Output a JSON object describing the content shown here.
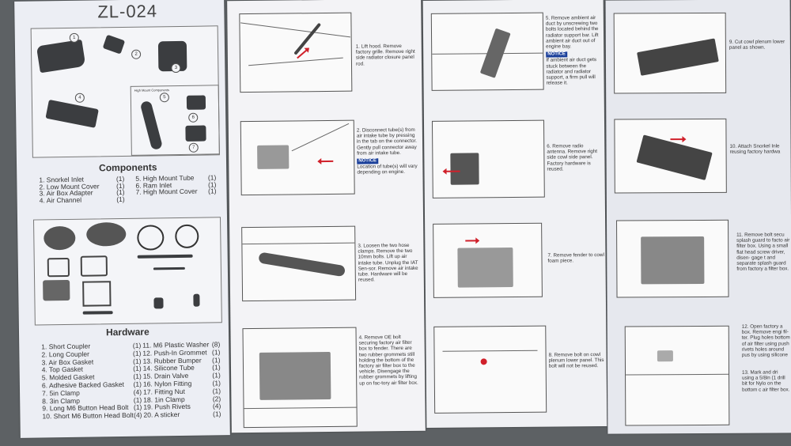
{
  "model": "ZL-024",
  "components": {
    "title": "Components",
    "high_mount_label": "High Mount Components",
    "left": [
      {
        "name": "1. Snorkel Inlet",
        "qty": "(1)"
      },
      {
        "name": "2. Low Mount Cover",
        "qty": "(1)"
      },
      {
        "name": "3. Air Box Adapter",
        "qty": "(1)"
      },
      {
        "name": "4. Air Channel",
        "qty": "(1)"
      }
    ],
    "right": [
      {
        "name": "5. High Mount Tube",
        "qty": "(1)"
      },
      {
        "name": "6. Ram Inlet",
        "qty": "(1)"
      },
      {
        "name": "7. High Mount Cover",
        "qty": "(1)"
      }
    ]
  },
  "hardware": {
    "title": "Hardware",
    "left": [
      {
        "name": "1. Short Coupler",
        "qty": "(1)"
      },
      {
        "name": "2. Long Coupler",
        "qty": "(1)"
      },
      {
        "name": "3. Air Box Gasket",
        "qty": "(1)"
      },
      {
        "name": "4. Top Gasket",
        "qty": "(1)"
      },
      {
        "name": "5. Molded Gasket",
        "qty": "(1)"
      },
      {
        "name": "6. Adhesive Backed Gasket",
        "qty": "(1)"
      },
      {
        "name": "7. 5in Clamp",
        "qty": "(4)"
      },
      {
        "name": "8. 3in Clamp",
        "qty": "(1)"
      },
      {
        "name": "9. Long M6 Button Head Bolt",
        "qty": "(1)"
      },
      {
        "name": "10. Short M6 Button Head Bolt",
        "qty": "(4)"
      }
    ],
    "right": [
      {
        "name": "11. M6 Plastic Washer",
        "qty": "(8)"
      },
      {
        "name": "12. Push-In Grommet",
        "qty": "(1)"
      },
      {
        "name": "13. Rubber Bumper",
        "qty": "(1)"
      },
      {
        "name": "14. Silicone Tube",
        "qty": "(1)"
      },
      {
        "name": "15. Drain Valve",
        "qty": "(1)"
      },
      {
        "name": "16. Nylon Fitting",
        "qty": "(1)"
      },
      {
        "name": "17. Fitting Nut",
        "qty": "(1)"
      },
      {
        "name": "18. 1in Clamp",
        "qty": "(2)"
      },
      {
        "name": "19. Push Rivets",
        "qty": "(4)"
      },
      {
        "name": "20. A sticker",
        "qty": "(1)"
      }
    ]
  },
  "steps": {
    "s1": "1. Lift hood. Remove factory grille. Remove right side radiator closure panel rod.",
    "s2": "2. Disconnect tube(s) from air intake tube by pressing in the tab on the connector. Gently pull connector away from air intake tube.",
    "s2_notice_label": "NOTICE",
    "s2_notice": "Location of tube(s) will vary depending on engine.",
    "s3": "3. Loosen the two hose clamps. Remove the two 10mm bolts. Lift up air intake tube. Unplug the IAT Sen-sor. Remove air intake tube. Hardware will be reused.",
    "s4": "4. Remove OE bolt securing factory air filter box to fender. There are two rubber grommets still holding the bottom of the factory air filter box to the vehicle. Disengage the rubber grommets by lifting up on fac-tory air filter box.",
    "s5": "5. Remove ambient air duct by unscrewing two bolts located behind the radiator support bar. Lift ambient air duct out of engine bay.",
    "s5_notice_label": "NOTICE",
    "s5_notice": "If ambient air duct gets stuck between the radiator and radiator support, a firm pull will release it.",
    "s6": "6. Remove radio antenna. Remove right side cowl side panel. Factory hardware is reused.",
    "s7": "7. Remove fender to cowl foam piece.",
    "s8": "8. Remove bolt on cowl plenum lower panel. This bolt will not be reused.",
    "s9": "9. Cut cowl plenum lower panel as shown.",
    "s10": "10. Attach Snorkel Inle reusing factory hardwa",
    "s11": "11. Remove bolt secu splash guard to facto air filter box. Using a small flat head screw driver, disen- gage t and separate splash guard from factory a filter box.",
    "s12": "12. Open factory a box. Remove engi fil-ter. Plug holes bottom of air filter using push rivets holes around pus by using silicone",
    "s13": "13. Mark and dri using a 5/8in (1 drill bit for Nylo on the bottom c air filter box."
  }
}
